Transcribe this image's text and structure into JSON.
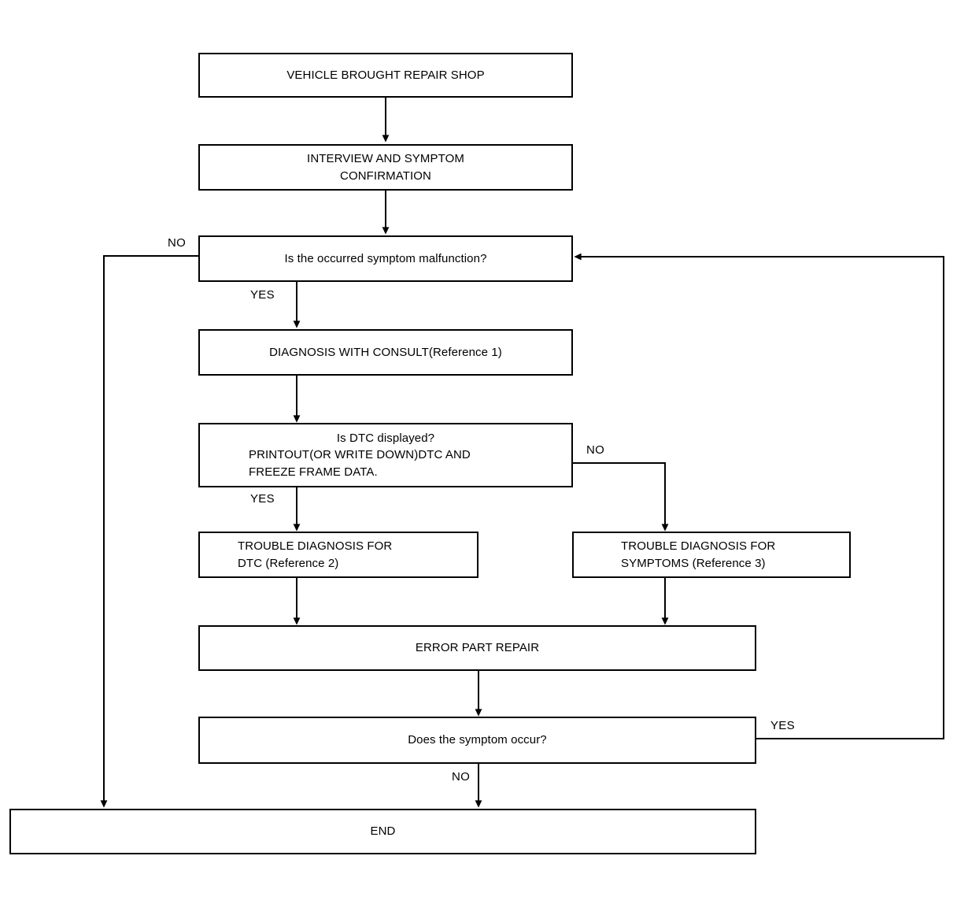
{
  "diagram": {
    "title": "Vehicle trouble diagnosis flowchart",
    "colors": {
      "stroke": "#000000",
      "fill": "#ffffff",
      "text": "#000000"
    },
    "nodes": [
      {
        "id": "vehicle-brought",
        "lines": [
          "VEHICLE BROUGHT REPAIR SHOP"
        ]
      },
      {
        "id": "interview",
        "lines": [
          "INTERVIEW AND SYMPTOM",
          "CONFIRMATION"
        ]
      },
      {
        "id": "symptom-malfunction",
        "lines": [
          "Is the occurred symptom malfunction?"
        ]
      },
      {
        "id": "diagnosis-consult",
        "lines": [
          "DIAGNOSIS WITH CONSULT(Reference 1)"
        ]
      },
      {
        "id": "dtc-displayed",
        "lines": [
          "Is DTC displayed?",
          "PRINTOUT(OR WRITE DOWN)DTC AND",
          "FREEZE FRAME DATA."
        ]
      },
      {
        "id": "trouble-diagnosis-dtc",
        "lines": [
          "TROUBLE DIAGNOSIS FOR",
          "DTC (Reference 2)"
        ]
      },
      {
        "id": "trouble-diagnosis-symptoms",
        "lines": [
          "TROUBLE DIAGNOSIS FOR",
          "SYMPTOMS (Reference 3)"
        ]
      },
      {
        "id": "error-part-repair",
        "lines": [
          "ERROR PART REPAIR"
        ]
      },
      {
        "id": "symptom-occur",
        "lines": [
          "Does the symptom occur?"
        ]
      },
      {
        "id": "end",
        "lines": [
          "END"
        ]
      }
    ],
    "edge_labels": {
      "malfunction_no": "NO",
      "malfunction_yes": "YES",
      "dtc_yes": "YES",
      "dtc_no": "NO",
      "occur_yes": "YES",
      "occur_no": "NO"
    }
  }
}
